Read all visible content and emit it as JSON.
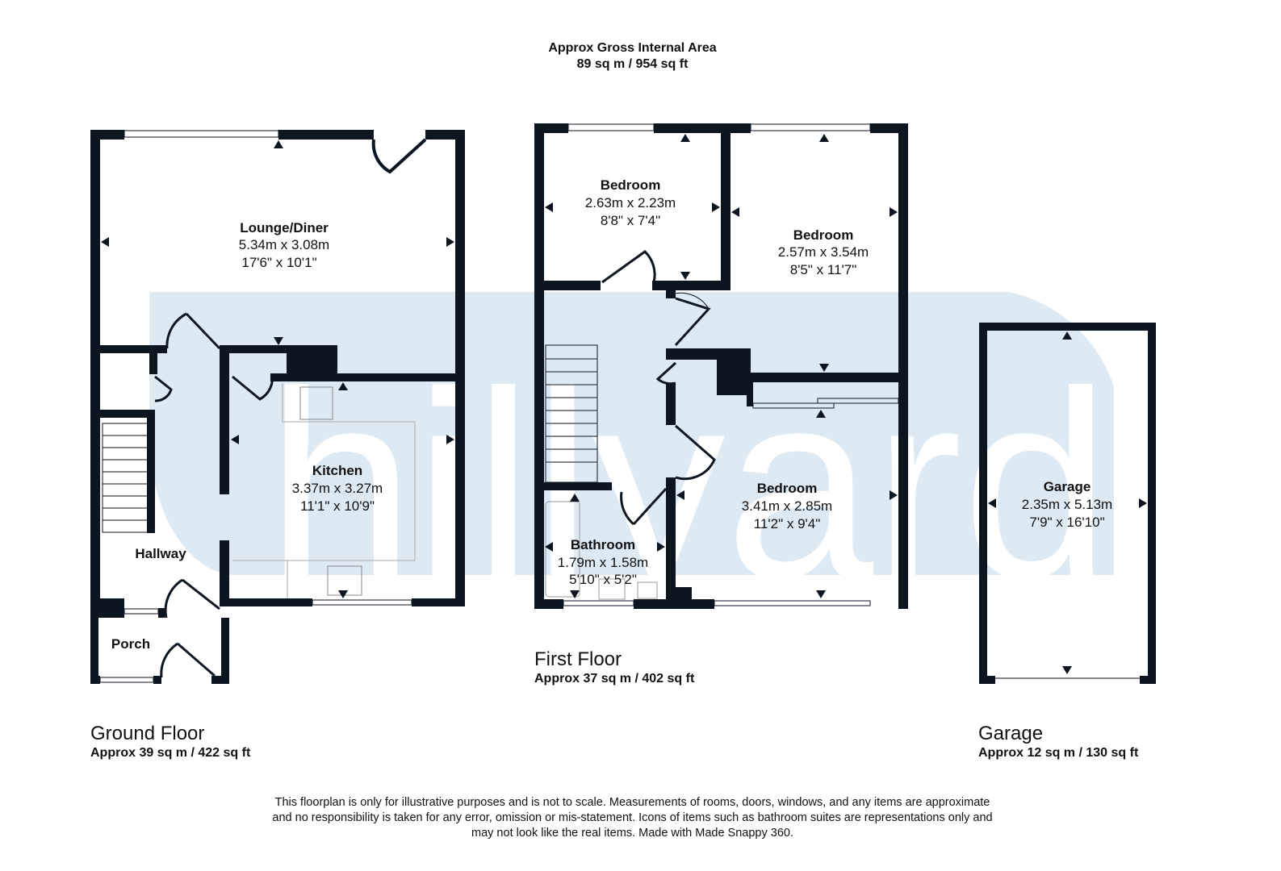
{
  "header": {
    "title": "Approx Gross Internal Area",
    "area": "89 sq m / 954 sq ft"
  },
  "watermark": {
    "text": "hillyards.",
    "color": "#dde9f3"
  },
  "floors": [
    {
      "name": "Ground Floor",
      "area": "Approx 39 sq m / 422 sq ft"
    },
    {
      "name": "First Floor",
      "area": "Approx 37 sq m / 402 sq ft"
    },
    {
      "name": "Garage",
      "area": "Approx 12 sq m / 130 sq ft"
    }
  ],
  "rooms": {
    "lounge": {
      "name": "Lounge/Diner",
      "metric": "5.34m x 3.08m",
      "imperial": "17'6\" x 10'1\""
    },
    "kitchen": {
      "name": "Kitchen",
      "metric": "3.37m x 3.27m",
      "imperial": "11'1\" x 10'9\""
    },
    "hallway": {
      "name": "Hallway"
    },
    "porch": {
      "name": "Porch"
    },
    "bedroom1": {
      "name": "Bedroom",
      "metric": "2.63m x 2.23m",
      "imperial": "8'8\" x 7'4\""
    },
    "bedroom2": {
      "name": "Bedroom",
      "metric": "2.57m x 3.54m",
      "imperial": "8'5\" x 11'7\""
    },
    "bedroom3": {
      "name": "Bedroom",
      "metric": "3.41m x 2.85m",
      "imperial": "11'2\" x 9'4\""
    },
    "bathroom": {
      "name": "Bathroom",
      "metric": "1.79m x 1.58m",
      "imperial": "5'10\" x 5'2\""
    },
    "garage": {
      "name": "Garage",
      "metric": "2.35m x 5.13m",
      "imperial": "7'9\" x 16'10\""
    }
  },
  "disclaimer": {
    "line1": "This floorplan is only for illustrative purposes and is not to scale. Measurements of rooms, doors, windows, and any items are approximate",
    "line2": "and no responsibility is taken for any error, omission or mis-statement. Icons of items such as bathroom suites are representations only and",
    "line3": "may not look like the real items. Made with Made Snappy 360."
  },
  "colors": {
    "wall": "#0d1620",
    "watermark": "#dde9f3"
  }
}
